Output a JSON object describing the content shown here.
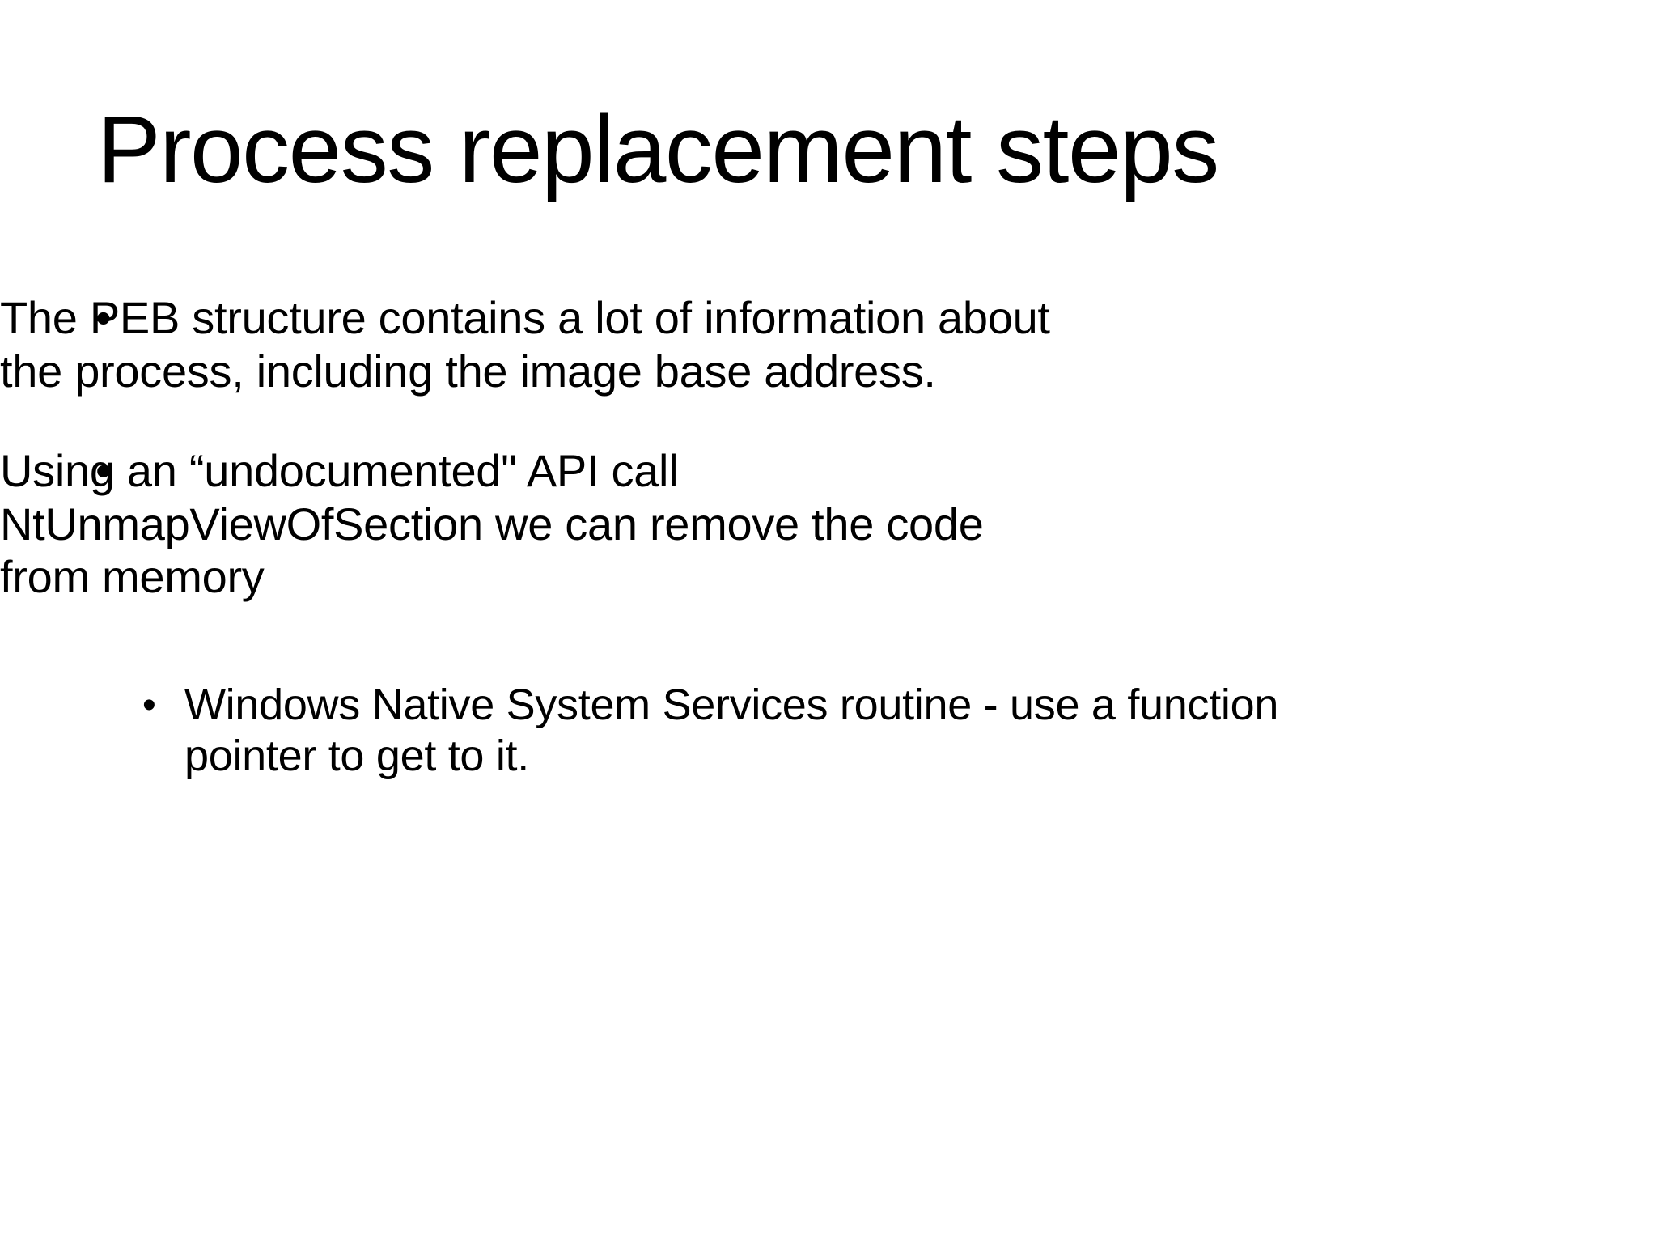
{
  "slide": {
    "background_color": "#ffffff",
    "text_color": "#000000",
    "title": "Process replacement steps",
    "bullet_glyph": "•",
    "body": [
      {
        "level": 1,
        "marker": "•",
        "text": "The PEB structure contains a lot of information about the process, including the image base address."
      },
      {
        "level": 1,
        "marker": "•",
        "text": "Using an “undocumented\" API call NtUnmapViewOfSection we can remove the code from memory",
        "children": [
          {
            "level": 2,
            "marker": "•",
            "text": "Windows Native System Services routine - use a function pointer to get to it."
          }
        ]
      }
    ]
  }
}
